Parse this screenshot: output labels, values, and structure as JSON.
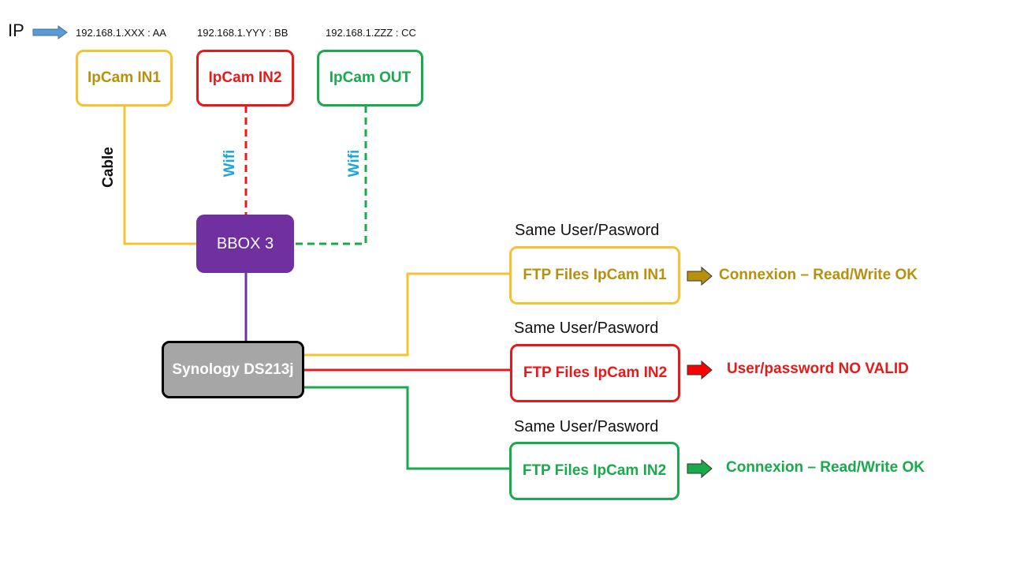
{
  "colors": {
    "yellow": "#f5c231",
    "yellow_text": "#b8900f",
    "red": "#e31b1b",
    "green": "#1aa94c",
    "cyan": "#1ba7d6",
    "purple": "#7030a0",
    "gray": "#a6a6a6",
    "arrow_blue": "#5b9bd5"
  },
  "ip_header": {
    "label": "IP",
    "cam1_ip": "192.168.1.XXX : AA",
    "cam2_ip": "192.168.1.YYY : BB",
    "cam3_ip": "192.168.1.ZZZ : CC"
  },
  "cameras": {
    "in1": "IpCam IN1",
    "in2": "IpCam IN2",
    "out": "IpCam OUT"
  },
  "links": {
    "cable": "Cable",
    "wifi_in2": "Wifi",
    "wifi_out": "Wifi"
  },
  "router": "BBOX 3",
  "nas": "Synology DS213j",
  "ftp": [
    {
      "note": "Same User/Pasword",
      "label": "FTP Files IpCam IN1",
      "result": "Connexion – Read/Write OK"
    },
    {
      "note": "Same User/Pasword",
      "label": "FTP Files IpCam IN2",
      "result": "User/password NO VALID"
    },
    {
      "note": "Same User/Pasword",
      "label": "FTP Files IpCam IN2",
      "result": "Connexion – Read/Write OK"
    }
  ]
}
